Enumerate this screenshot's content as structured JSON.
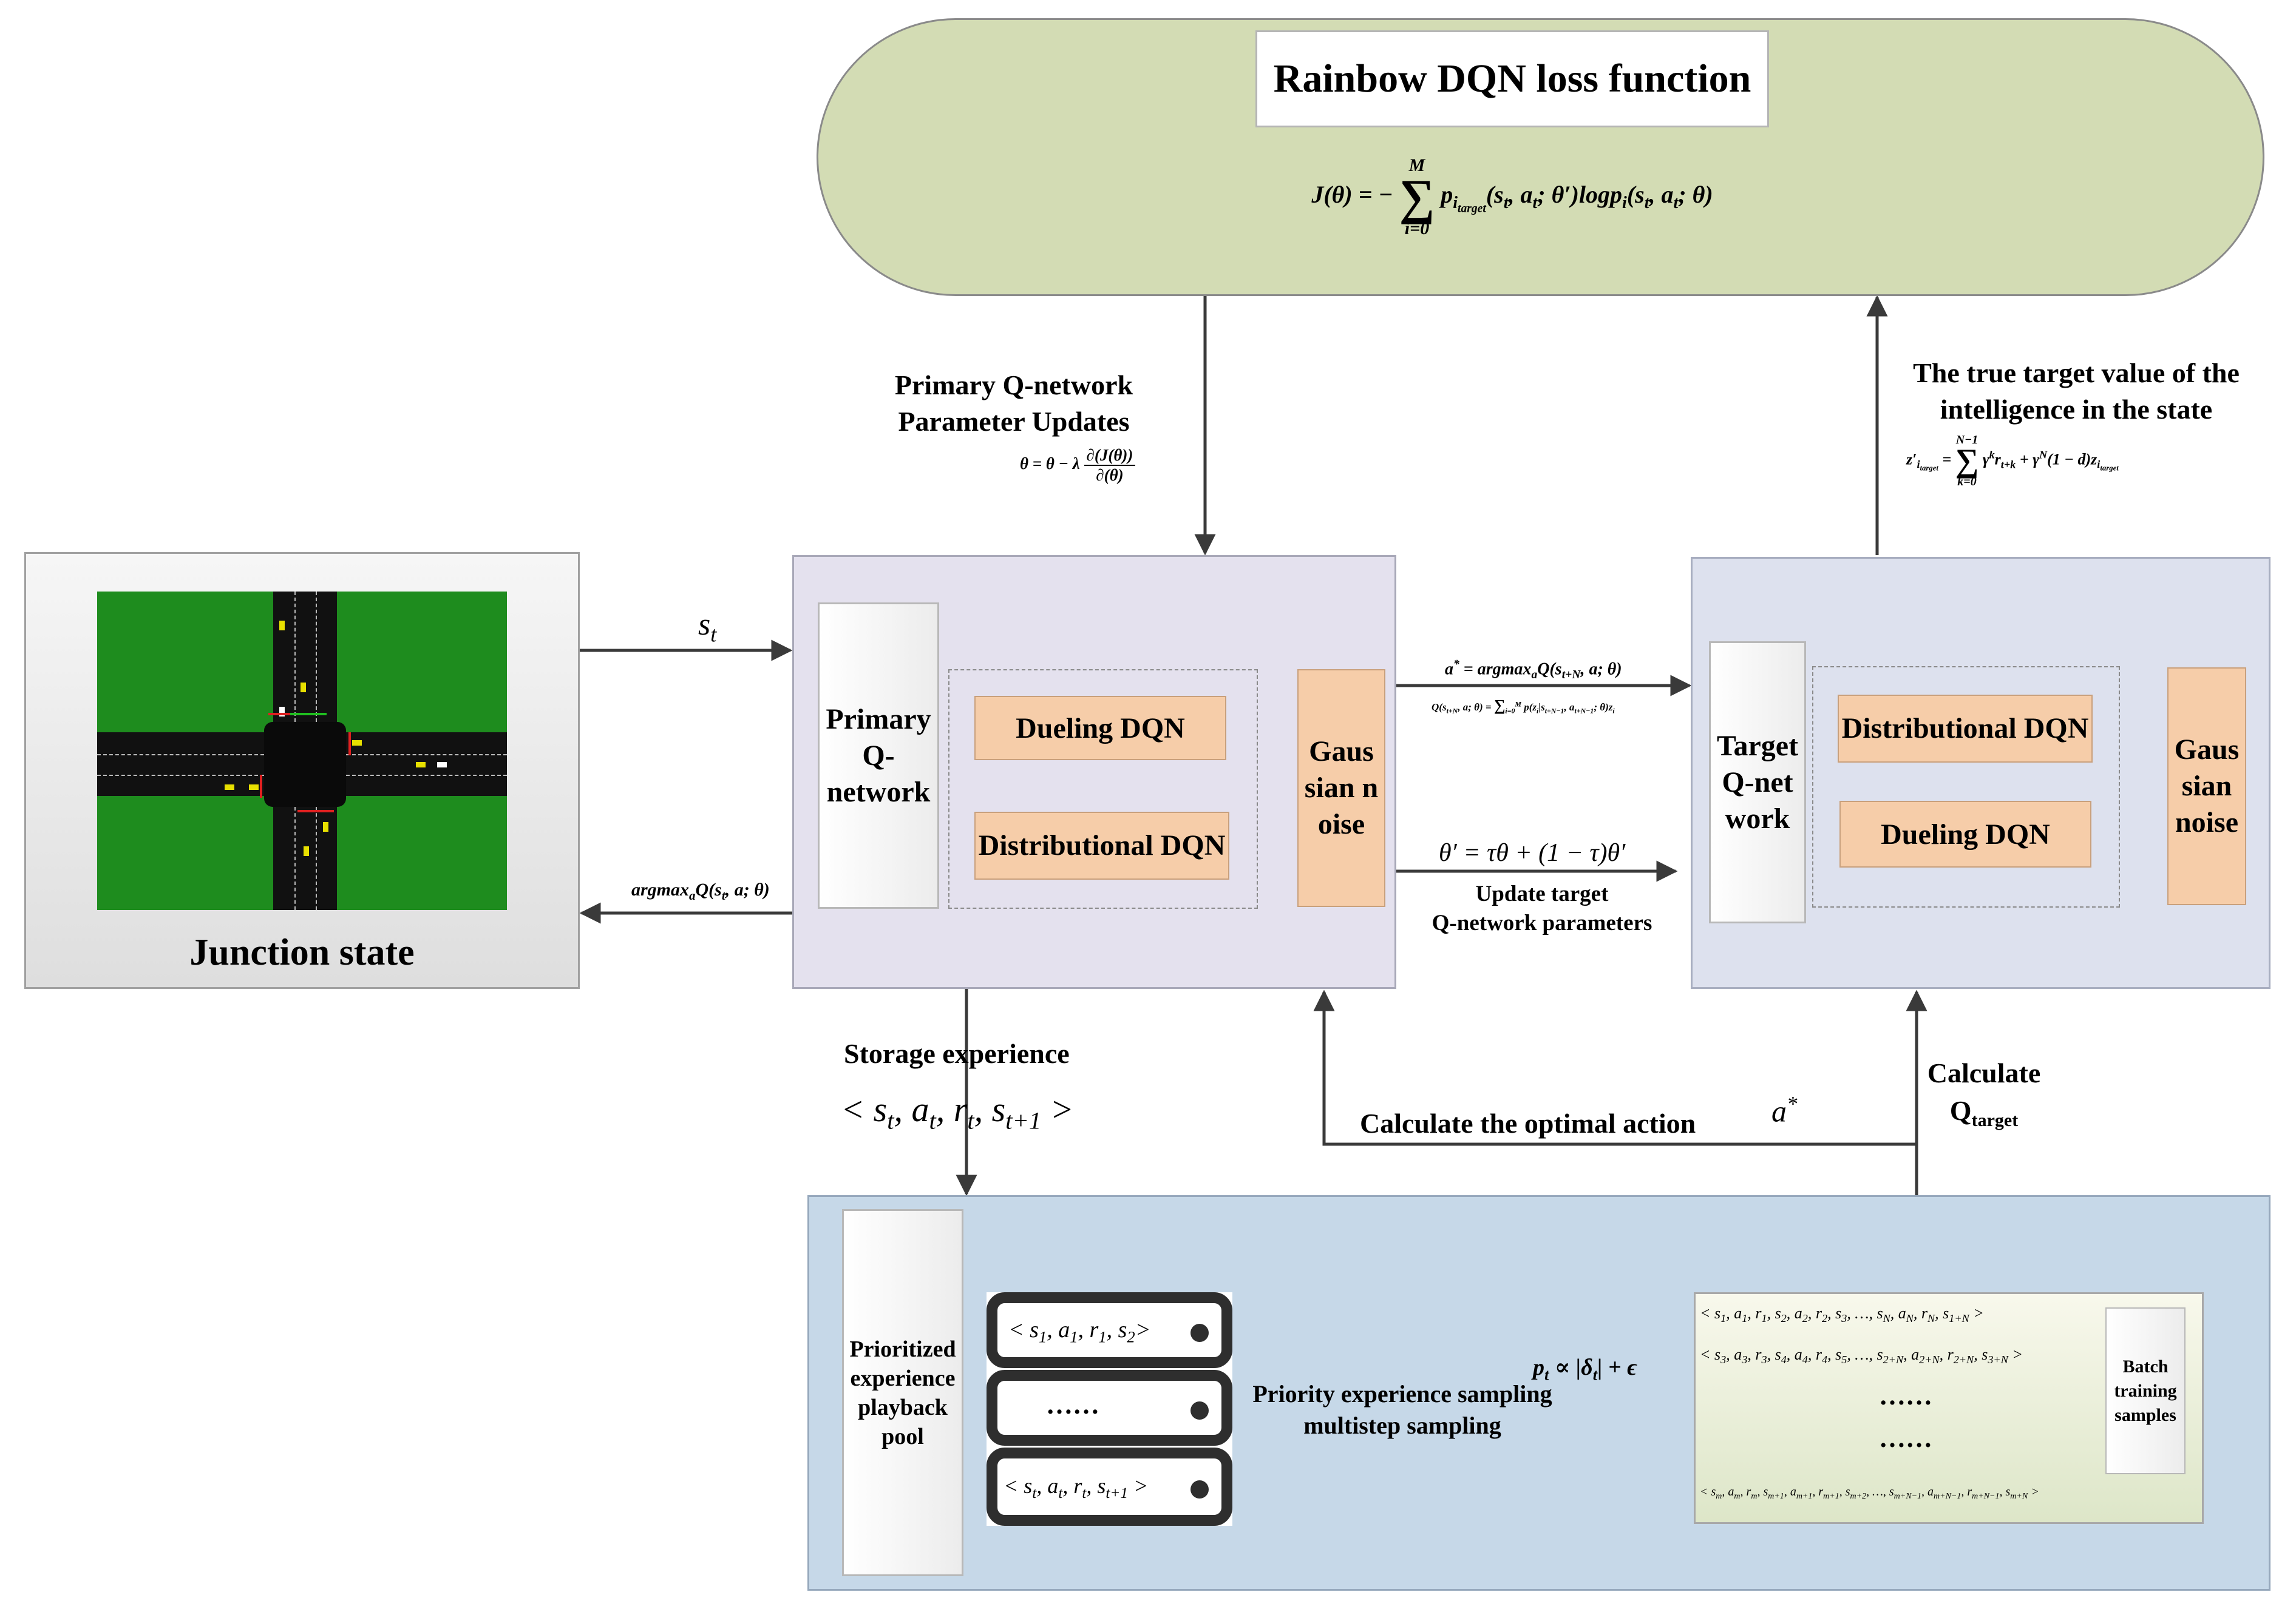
{
  "loss": {
    "title": "Rainbow DQN loss function",
    "formula": "J(θ) = − Σ_{i=0}^{M} p_{i target}(s_t, a_t; θ′) log p_i(s_t, a_t; θ)"
  },
  "junction": {
    "label": "Junction state"
  },
  "primary": {
    "label": "Primary Q-network",
    "dueling": "Dueling DQN",
    "distributional": "Distributional DQN",
    "noise": "Gaussian noise"
  },
  "target": {
    "label": "Target Q-network",
    "distributional": "Distributional DQN",
    "dueling": "Dueling DQN",
    "noise": "Gaussian noise"
  },
  "labels": {
    "param_updates_1": "Primary Q-network",
    "param_updates_2": "Parameter Updates",
    "param_update_formula": "θ = θ − λ ∂(J(θ)) / ∂(θ)",
    "true_target_1": "The true target value of the",
    "true_target_2": "intelligence in the state",
    "true_target_formula": "z′_{i target} = Σ_{k=0}^{N−1} γ^k r_{t+k} + γ^N (1 − d) z_{i target}",
    "st": "s_t",
    "argmax_left": "argmax_a Q(s_t, a; θ)",
    "astar_formula": "a* = argmax_a Q(s_{t+N}, a; θ)",
    "q_formula": "Q(s_{t+N}, a; θ) = Σ_{i=0}^{M} p(z_i | s_{t+N−1}, a_{t+N−1}; θ) z_i",
    "soft_update_formula": "θ′ = τθ + (1 − τ)θ′",
    "update_target_1": "Update target",
    "update_target_2": "Q-network parameters",
    "storage": "Storage experience",
    "storage_tuple": "< s_t, a_t, r_t, s_{t+1} >",
    "calc_optimal": "Calculate the optimal action",
    "astar": "a*",
    "calculate": "Calculate",
    "qtarget": "Q",
    "qtarget_sub": "target"
  },
  "pool": {
    "label": "Prioritized experience playback pool",
    "row1": "< s_1, a_1, r_1, s_2 >",
    "row2": "……",
    "row3": "< s_t, a_t, r_t, s_{t+1} >",
    "priority_formula": "p_t ∝ |δ_t| + ϵ",
    "sampling_1": "Priority experience sampling",
    "sampling_2": "multistep sampling"
  },
  "batch": {
    "seq1": "< s_1, a_1, r_1, s_2, a_2, r_2, s_3, …, s_N, a_N, r_N, s_{1+N} >",
    "seq2": "< s_3, a_3, r_3, s_4, a_4, r_4, s_5, …, s_{2+N}, a_{2+N}, r_{2+N}, s_{3+N} >",
    "dots1": "……",
    "dots2": "……",
    "seq3": "< s_m, a_m, r_m, s_{m+1}, a_{m+1}, r_{m+1}, s_{m+2}, …, s_{m+N−1}, a_{m+N−1}, r_{m+N−1}, s_{m+N} >",
    "label": "Batch training samples"
  },
  "colors": {
    "loss_fill": "#d3dcb4",
    "primary_fill": "#e4e1ee",
    "target_fill": "#dde1ee",
    "pool_fill": "#c6d8e8",
    "orange": "#f6cda9",
    "grass": "#1e8c1e",
    "road": "#111111"
  }
}
